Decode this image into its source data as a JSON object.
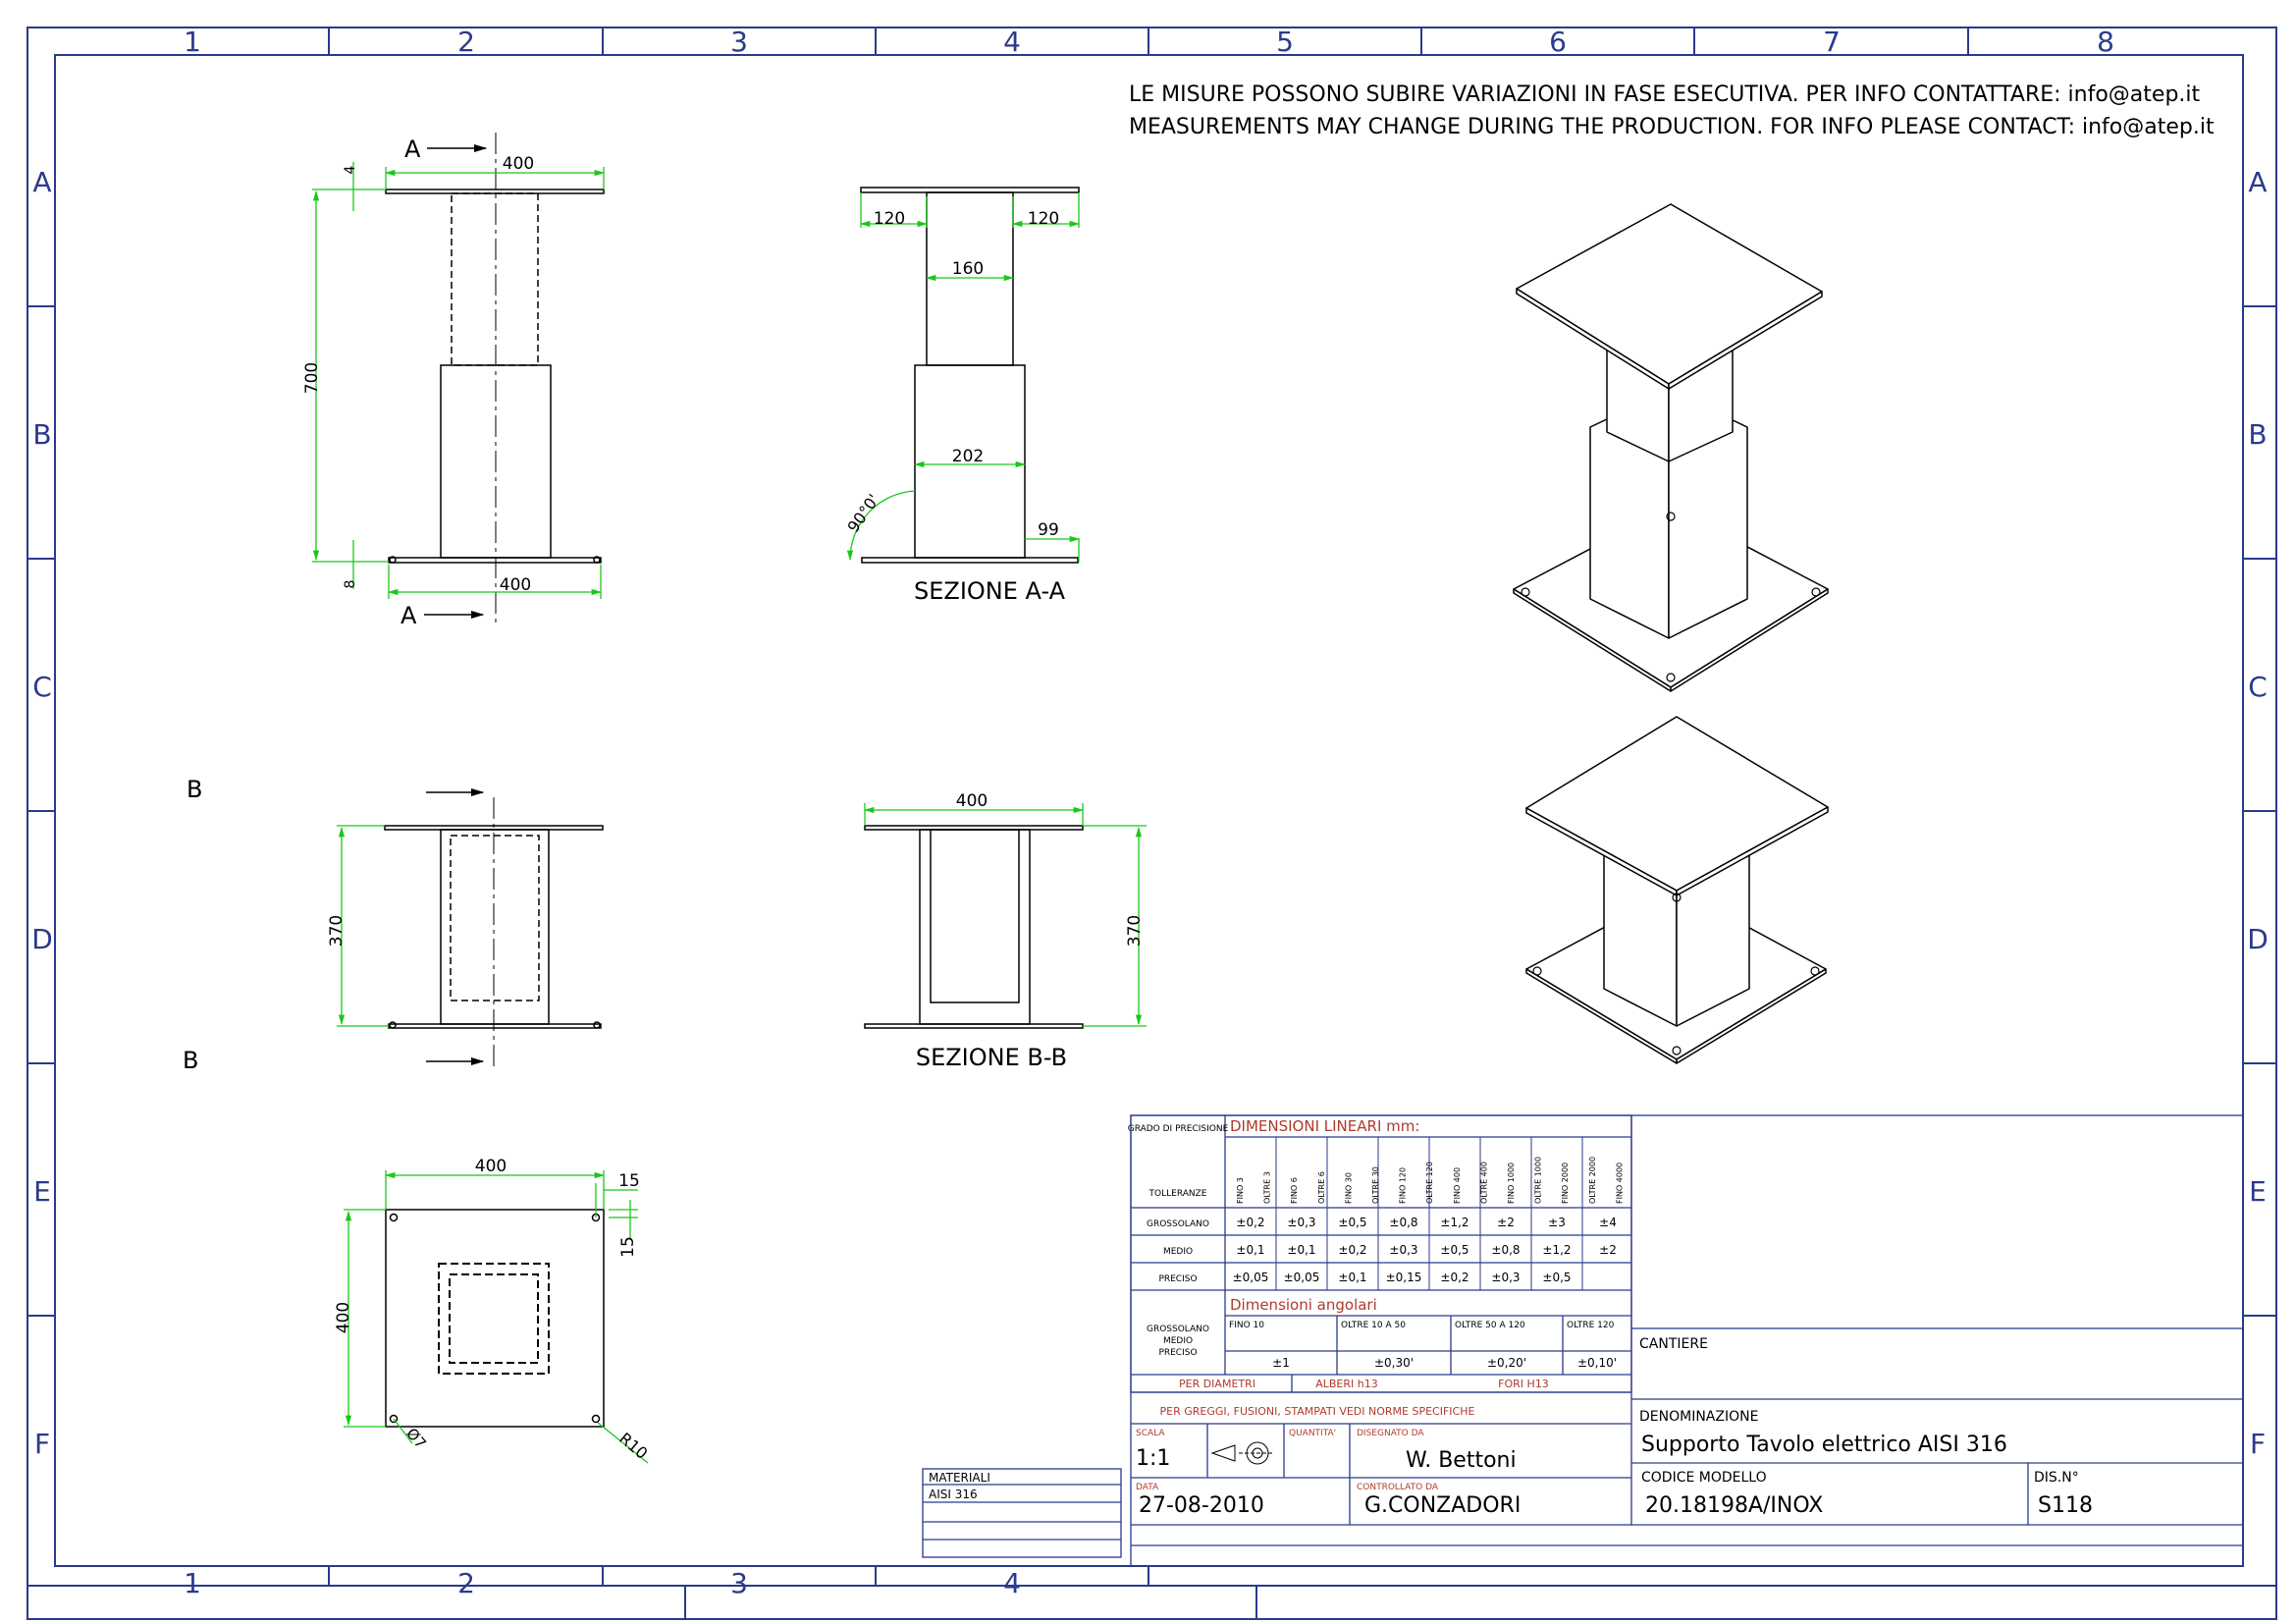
{
  "border": {
    "columns": [
      "1",
      "2",
      "3",
      "4",
      "5",
      "6",
      "7",
      "8"
    ],
    "rows": [
      "A",
      "B",
      "C",
      "D",
      "E",
      "F"
    ]
  },
  "notice": {
    "line_it": "LE MISURE POSSONO SUBIRE VARIAZIONI IN FASE ESECUTIVA. PER INFO CONTATTARE: info@atep.it",
    "line_en": "MEASUREMENTS MAY CHANGE DURING THE PRODUCTION. FOR INFO PLEASE CONTACT: info@atep.it"
  },
  "front_view": {
    "section_mark": "A",
    "dim_top_width": "400",
    "dim_top_thickness": "4",
    "dim_height": "700",
    "dim_bottom_thickness": "8",
    "dim_bottom_width": "400"
  },
  "section_aa": {
    "title": "SEZIONE A-A",
    "dim_left_overhang": "120",
    "dim_right_overhang": "120",
    "dim_upper_column": "160",
    "dim_lower_column": "202",
    "dim_angle": "90°0'",
    "dim_base_overhang": "99"
  },
  "lower_view": {
    "section_mark": "B",
    "dim_height": "370"
  },
  "section_bb": {
    "title": "SEZIONE B-B",
    "dim_width": "400",
    "dim_height": "370"
  },
  "plan_view": {
    "dim_width": "400",
    "dim_height": "400",
    "dim_hole_offset_x": "15",
    "dim_hole_offset_y": "15",
    "dim_hole_diameter": "Ø7",
    "dim_corner_radius": "R10"
  },
  "materials": {
    "header": "MATERIALI",
    "value": "AISI 316"
  },
  "tolerances": {
    "precision_label": "GRADO DI PRECISIONE",
    "linear_title": "DIMENSIONI LINEARI mm:",
    "tolerance_label": "TOLLERANZE",
    "range_headers": [
      "FINO 3",
      "OLTRE 3",
      "FINO 6",
      "OLTRE 6",
      "FINO 30",
      "OLTRE 30",
      "FINO 120",
      "OLTRE 120",
      "FINO 400",
      "OLTRE 400",
      "FINO 1000",
      "OLTRE 1000",
      "FINO 2000",
      "OLTRE 2000",
      "FINO 4000"
    ],
    "rows": [
      {
        "grade": "GROSSOLANO",
        "values": [
          "±0,2",
          "±0,3",
          "±0,5",
          "±0,8",
          "±1,2",
          "±2",
          "±3",
          "±4"
        ]
      },
      {
        "grade": "MEDIO",
        "values": [
          "±0,1",
          "±0,1",
          "±0,2",
          "±0,3",
          "±0,5",
          "±0,8",
          "±1,2",
          "±2"
        ]
      },
      {
        "grade": "PRECISO",
        "values": [
          "±0,05",
          "±0,05",
          "±0,1",
          "±0,15",
          "±0,2",
          "±0,3",
          "±0,5",
          ""
        ]
      }
    ],
    "angular_title": "Dimensioni angolari",
    "angular_grades": [
      "GROSSOLANO",
      "MEDIO",
      "PRECISO"
    ],
    "angular_headers": [
      "FINO 10",
      "OLTRE 10 A 50",
      "OLTRE 50 A 120",
      "OLTRE 120"
    ],
    "angular_values": [
      "±1",
      "±0,30'",
      "±0,20'",
      "±0,10'"
    ],
    "diameters_label": "PER DIAMETRI",
    "shafts": "ALBERI h13",
    "holes": "FORI H13",
    "castings_note": "PER GREGGI, FUSIONI, STAMPATI VEDI NORME SPECIFICHE"
  },
  "title_block": {
    "scale_label": "SCALA",
    "scale": "1:1",
    "quantity_label": "QUANTITA'",
    "designed_label": "DISEGNATO DA",
    "designed_by": "W. Bettoni",
    "date_label": "DATA",
    "date": "27-08-2010",
    "checked_label": "CONTROLLATO DA",
    "checked_by": "G.CONZADORI",
    "site_label": "CANTIERE",
    "name_label": "DENOMINAZIONE",
    "name": "Supporto Tavolo elettrico AISI 316",
    "model_label": "CODICE MODELLO",
    "model": "20.18198A/INOX",
    "drawing_no_label": "DIS.N°",
    "drawing_no": "S118"
  },
  "colors": {
    "line": "#000000",
    "dimension": "#19c819",
    "table_red": "#b03a2e",
    "frame": "#2a3a8c"
  }
}
